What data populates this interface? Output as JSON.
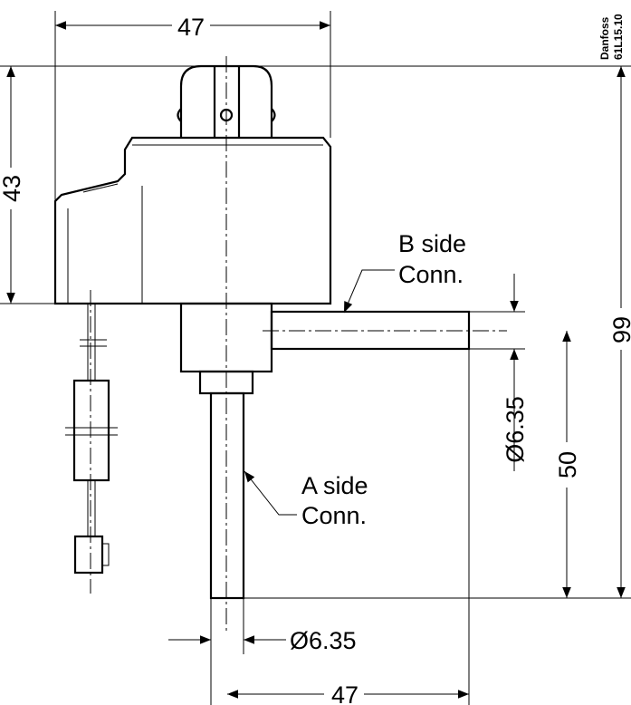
{
  "dimensions": {
    "top_width": "47",
    "height_top": "43",
    "overall_height": "99",
    "outlet_height": "50",
    "b_diameter": "Ø6.35",
    "a_diameter": "Ø6.35",
    "bottom_width": "47"
  },
  "labels": {
    "b_side_line1": "B side",
    "b_side_line2": "Conn.",
    "a_side_line1": "A side",
    "a_side_line2": "Conn."
  },
  "reference": {
    "brand": "Danfoss",
    "code": "61L15.10"
  }
}
